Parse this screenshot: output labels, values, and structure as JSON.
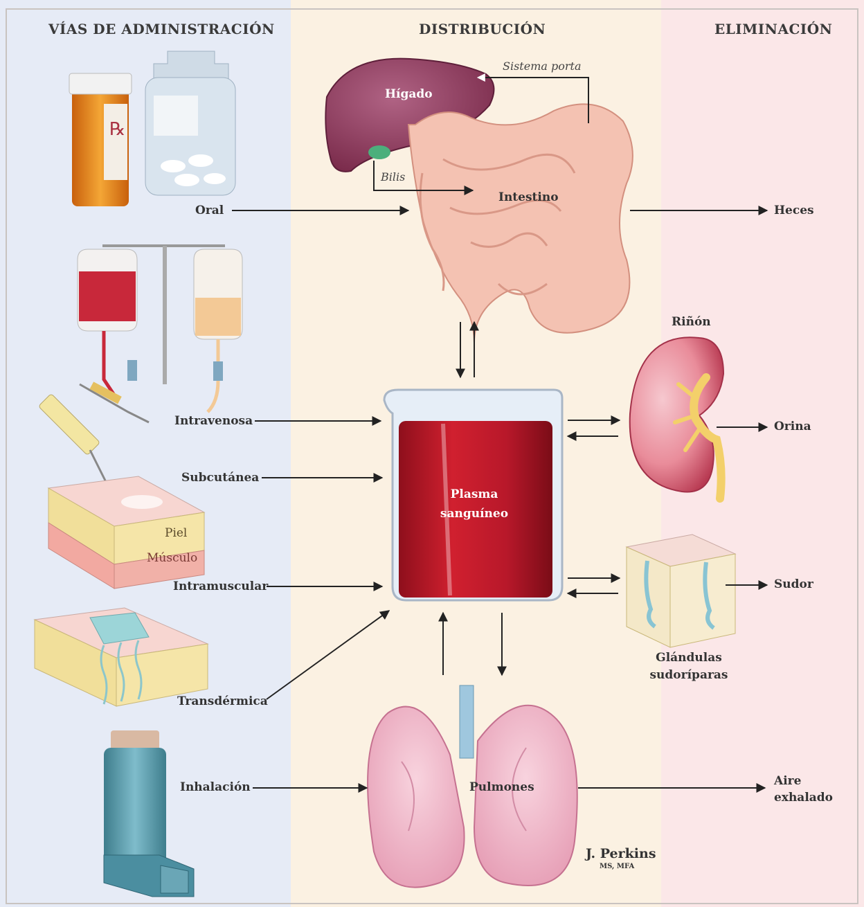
{
  "headers": {
    "administration": "VÍAS DE ADMINISTRACIÓN",
    "distribution": "DISTRIBUCIÓN",
    "elimination": "ELIMINACIÓN"
  },
  "routes": {
    "oral": "Oral",
    "intravenous": "Intravenosa",
    "subcutaneous": "Subcutánea",
    "intramuscular": "Intramuscular",
    "transdermal": "Transdérmica",
    "inhalation": "Inhalación"
  },
  "skin_layers": {
    "skin": "Piel",
    "muscle": "Músculo"
  },
  "organs": {
    "liver": "Hígado",
    "portal_system": "Sistema porta",
    "bile": "Bilis",
    "intestine": "Intestino",
    "plasma_line1": "Plasma",
    "plasma_line2": "sanguíneo",
    "kidney": "Riñón",
    "sweat_glands_line1": "Glándulas",
    "sweat_glands_line2": "sudoríparas",
    "lungs": "Pulmones"
  },
  "outputs": {
    "feces": "Heces",
    "urine": "Orina",
    "sweat": "Sudor",
    "exhaled_line1": "Aire",
    "exhaled_line2": "exhalado"
  },
  "signature": {
    "name": "J. Perkins",
    "credentials": "MS, MFA"
  },
  "colors": {
    "administration_bg": "#e6ebf6",
    "distribution_bg": "#fbf1e2",
    "elimination_bg": "#fbe7e8",
    "plasma": "#c0182a",
    "liver": "#8e3a5e",
    "intestine": "#f2bfae",
    "lungs": "#f3bfd0",
    "kidney": "#c94a5e"
  }
}
